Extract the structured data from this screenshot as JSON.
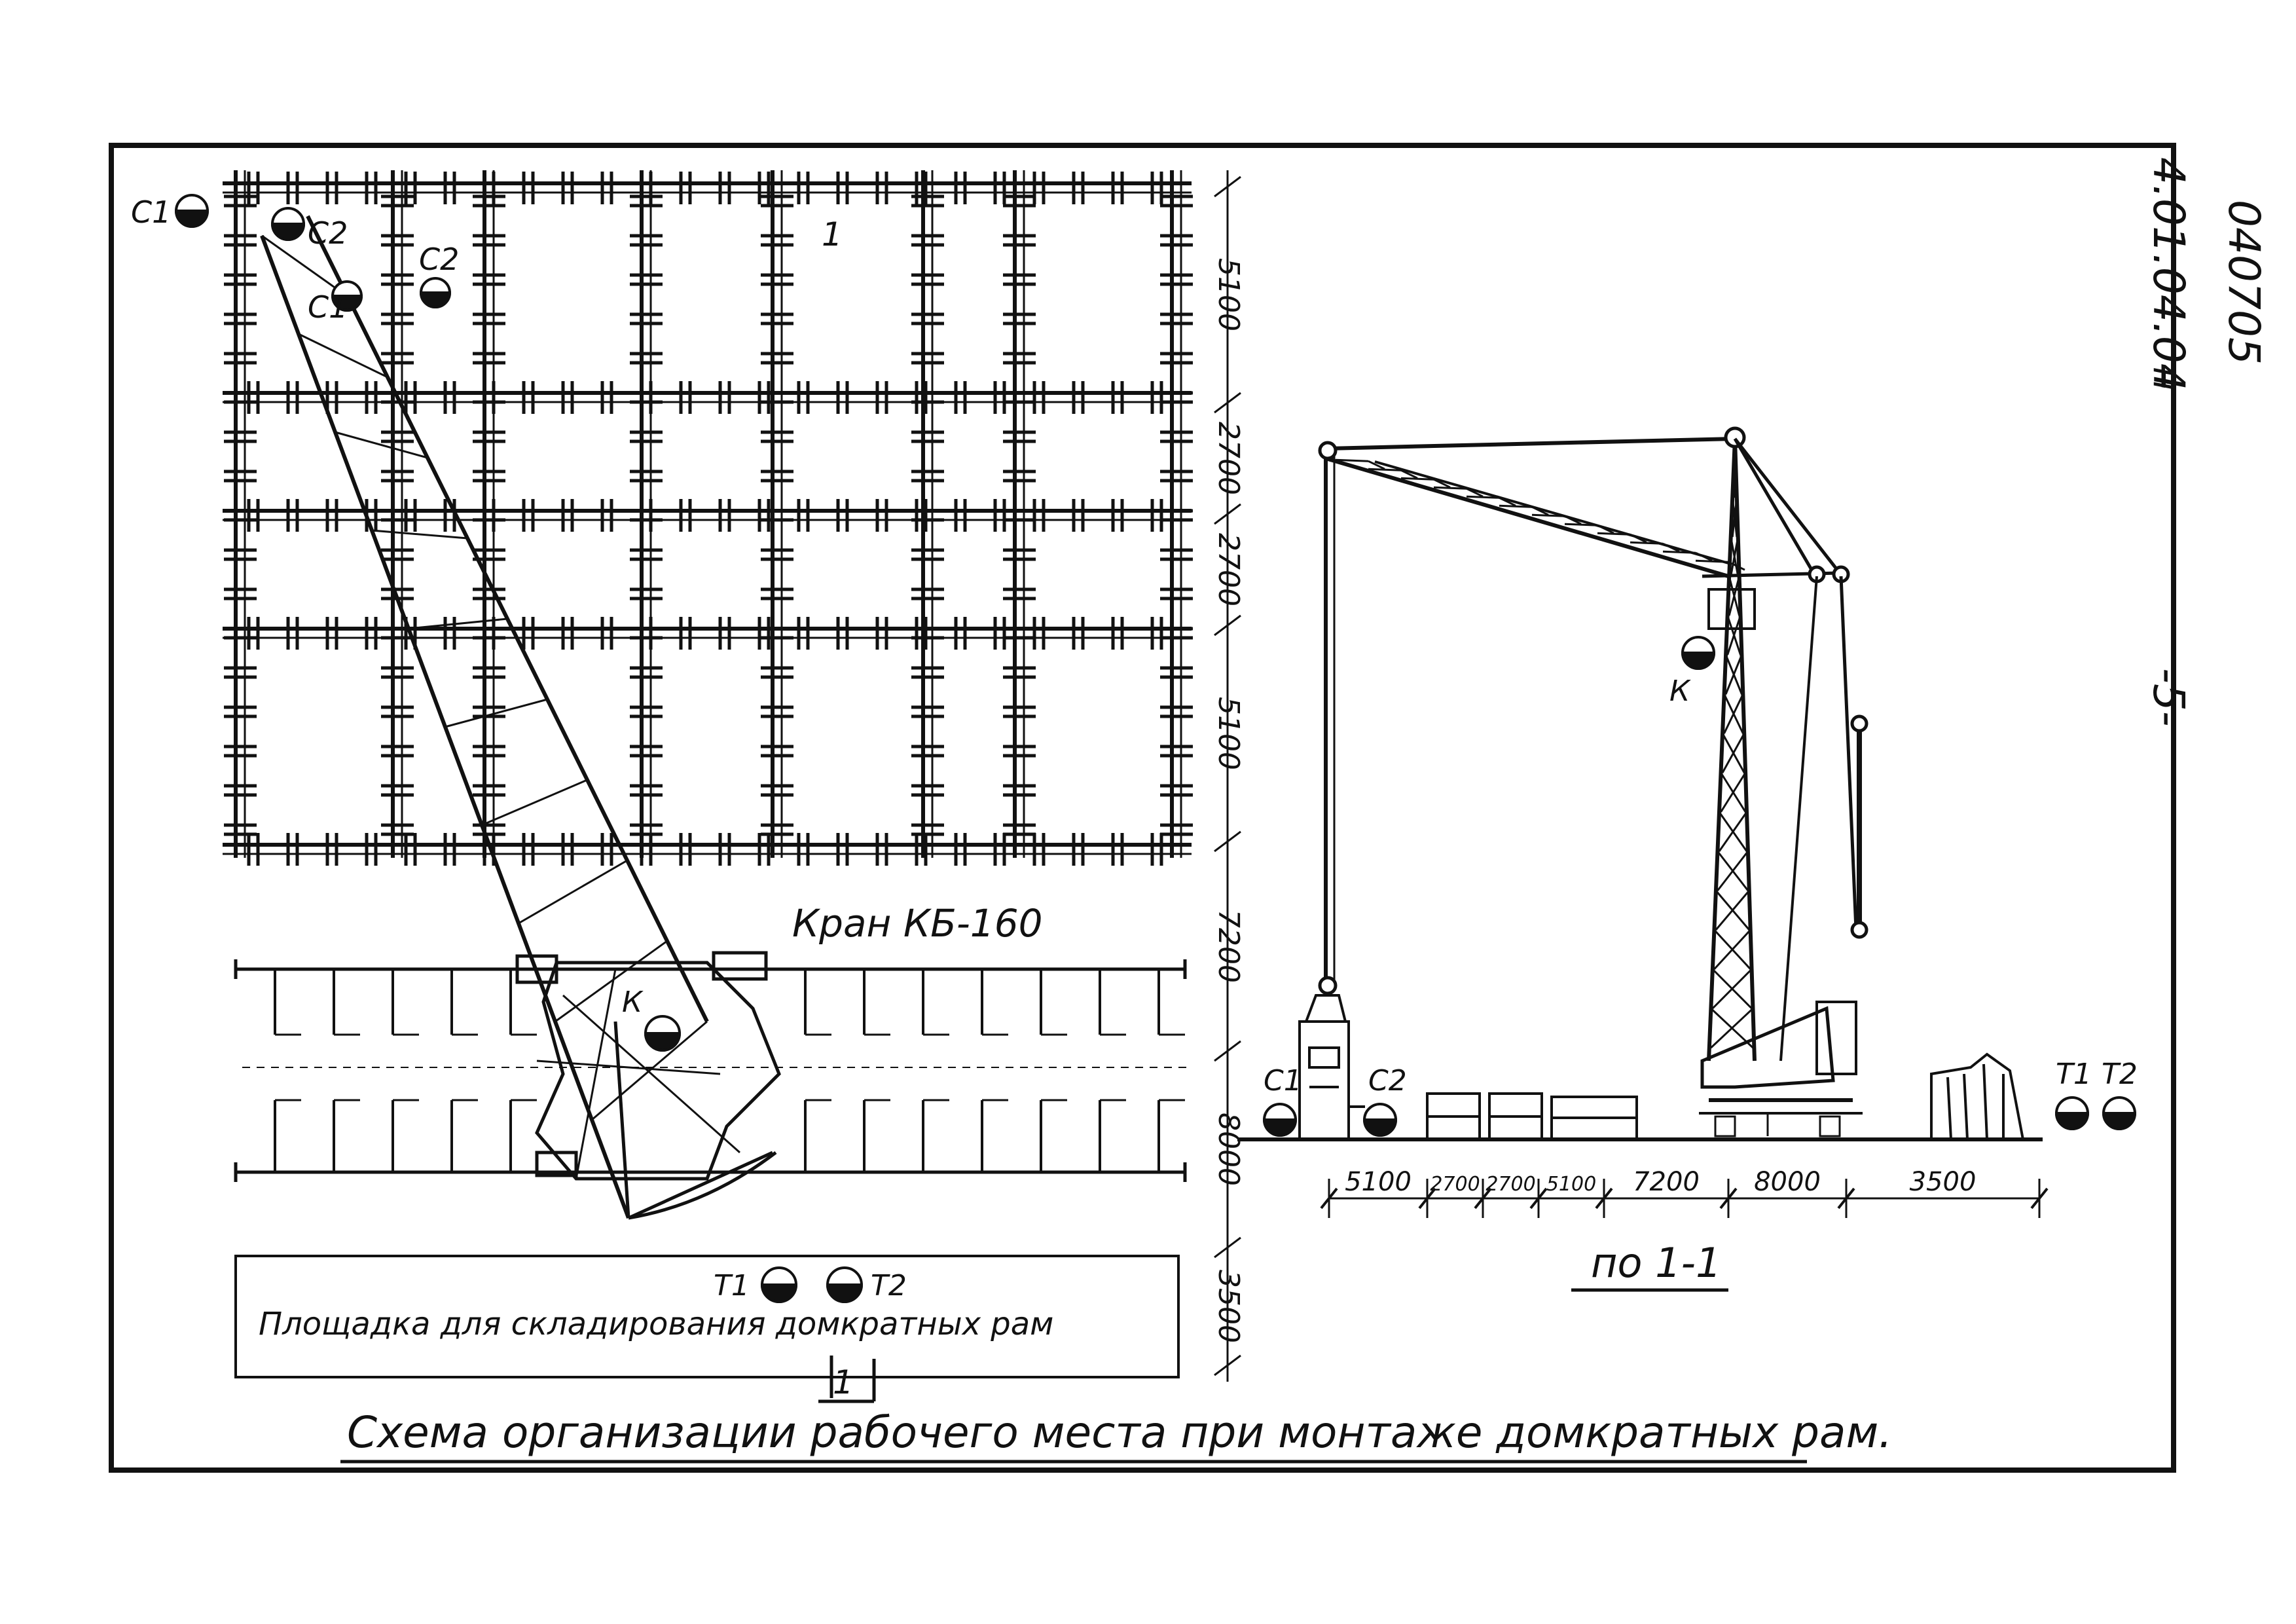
{
  "sheet": {
    "code_top": "040705",
    "code_series": "4.01.04.04",
    "code_suffix": "н",
    "page": "-5-"
  },
  "plan": {
    "crane_label": "Кран КБ-160",
    "axis_mark": "1",
    "hook_label": "К",
    "c1_label": "С1",
    "c2_label": "С2",
    "c1_label_b": "С1",
    "c2_label_b": "С2",
    "t1_label": "Т1",
    "t2_label": "Т2",
    "storage_label": "Площадка для складирования домкратных рам",
    "section_mark": "1",
    "dim_vertical": [
      "5100",
      "2700",
      "2700",
      "5100",
      "7200",
      "8000",
      "3500"
    ]
  },
  "section": {
    "hook_label": "К",
    "c1_label": "С1",
    "c2_label": "С2",
    "t1_label": "Т1",
    "t2_label": "Т2",
    "dims": [
      "5100",
      "2700",
      "2700",
      "5100",
      "7200",
      "8000",
      "3500"
    ],
    "caption": "по 1-1"
  },
  "title": "Схема организации рабочего места при монтаже домкратных рам.",
  "colors": {
    "ink": "#111111",
    "paper": "#ffffff"
  }
}
